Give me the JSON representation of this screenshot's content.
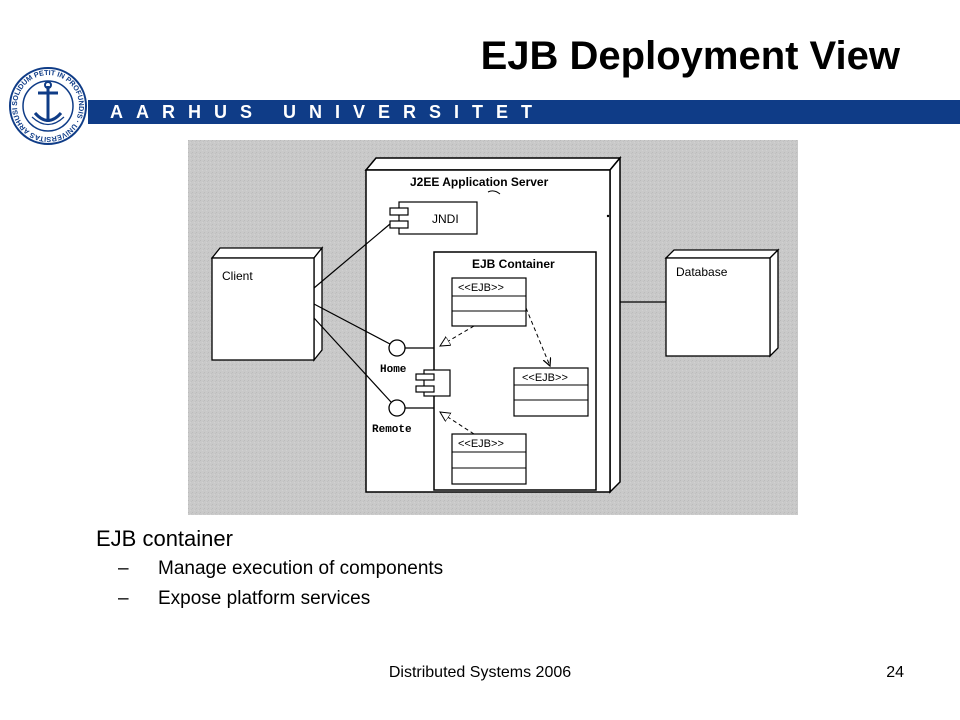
{
  "slide": {
    "title": "EJB Deployment View",
    "university": "AARHUS UNIVERSITET",
    "logo_ring_text": "SOLIDUM PETIT IN PROFUNDIS · UNIVERSITAS ARHUSIENSIS",
    "brand_color": "#0f3c87"
  },
  "diagram": {
    "server_label": "J2EE Application Server",
    "jndi_label": "JNDI",
    "client_label": "Client",
    "database_label": "Database",
    "container_label": "EJB Container",
    "ejb_label": "<<EJB>>",
    "home_label": "Home",
    "remote_label": "Remote"
  },
  "bullets": {
    "main": "EJB container",
    "sub": [
      "Manage execution of components",
      "Expose platform services"
    ],
    "dash": "–"
  },
  "footer": {
    "course": "Distributed Systems 2006",
    "page": "24"
  }
}
